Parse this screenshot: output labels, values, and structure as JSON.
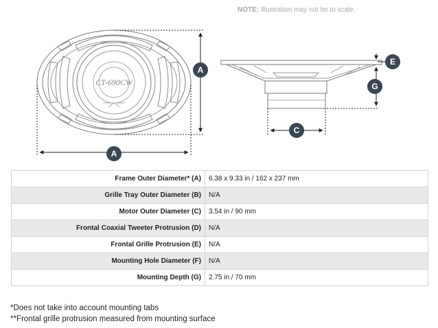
{
  "note": {
    "label": "NOTE:",
    "text": "Illustration may not be to scale."
  },
  "diagram": {
    "model_text": "CT-690CW",
    "callouts": {
      "a_front_height": "A",
      "a_front_width": "A",
      "c": "C",
      "e": "E",
      "g": "G"
    },
    "colors": {
      "callout_fill": "#3a4753",
      "line": "#7a7a7a",
      "dim": "#222222"
    }
  },
  "specs": [
    {
      "label": "Frame Outer Diameter* (A)",
      "value": "6.38 x 9.33 in / 162 x 237 mm"
    },
    {
      "label": "Grille Tray Outer Diameter (B)",
      "value": "N/A"
    },
    {
      "label": "Motor Outer Diameter (C)",
      "value": "3.54 in / 90 mm"
    },
    {
      "label": "Frontal Coaxial Tweeter Protrusion (D)",
      "value": "N/A"
    },
    {
      "label": "Frontal Grille Protrusion (E)",
      "value": "N/A"
    },
    {
      "label": "Mounting Hole Diameter (F)",
      "value": "N/A"
    },
    {
      "label": "Mounting Depth (G)",
      "value": "2.75 in / 70 mm"
    }
  ],
  "footnotes": [
    "*Does not take into account mounting tabs",
    "**Frontal grille protrusion measured from mounting surface"
  ]
}
